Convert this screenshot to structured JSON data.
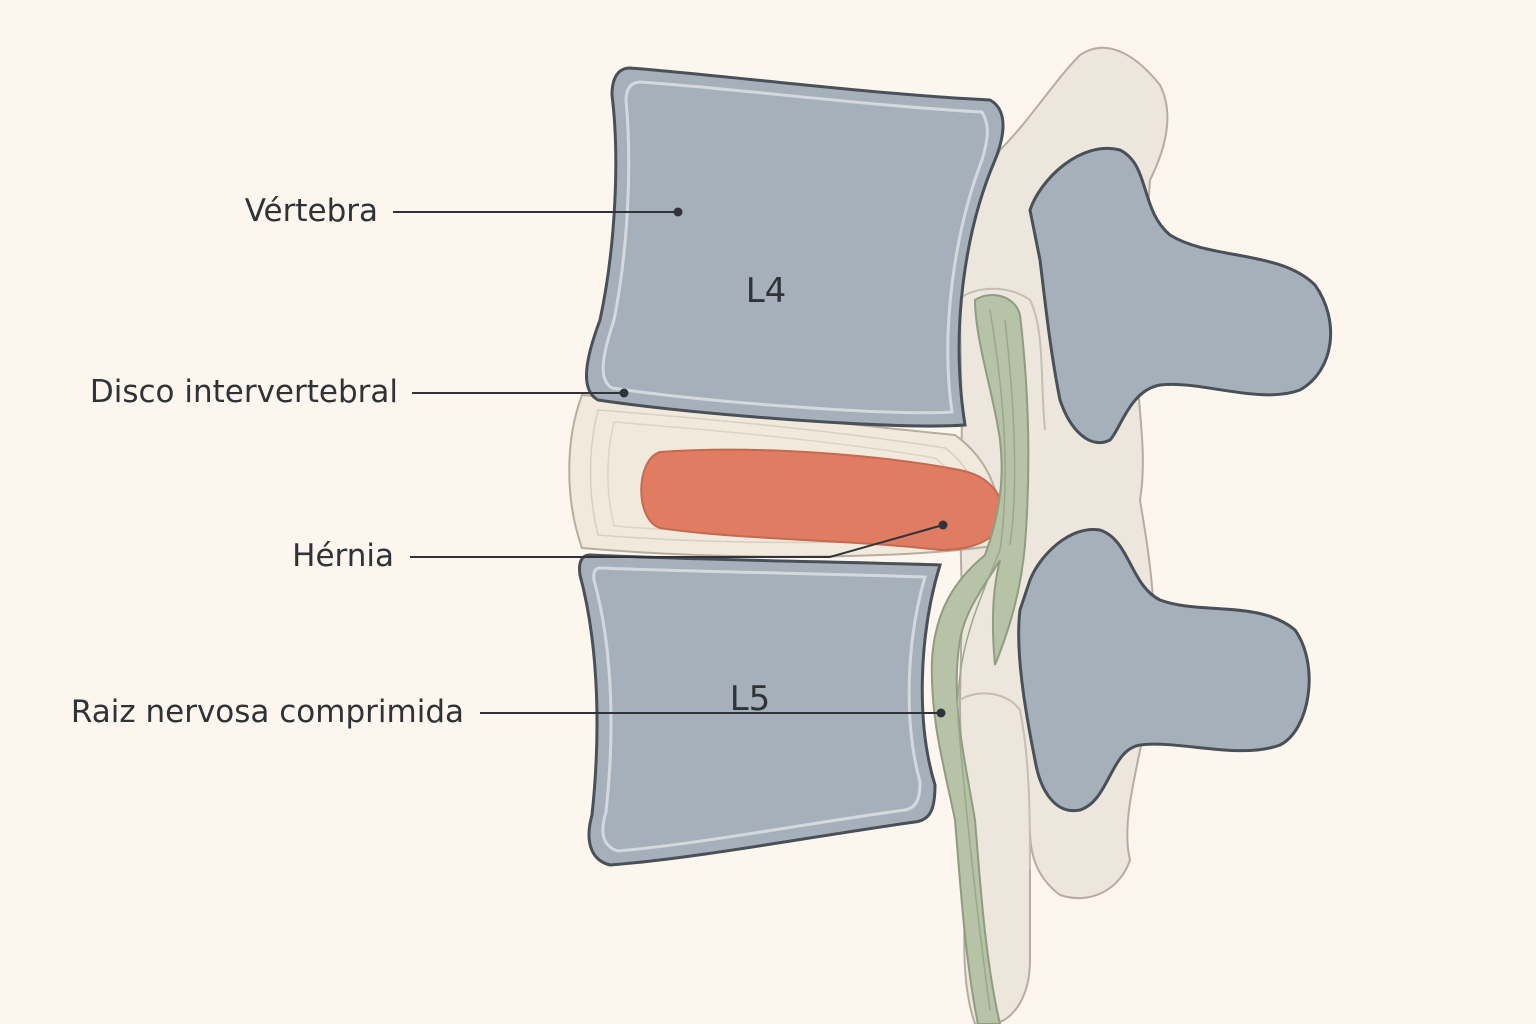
{
  "labels": {
    "vertebra": "Vértebra",
    "disc": "Disco intervertebral",
    "hernia": "Hérnia",
    "nerve_root": "Raiz nervosa comprimida"
  },
  "vertebrae": {
    "upper": "L4",
    "lower": "L5"
  },
  "colors": {
    "background": "#fcf6ee",
    "vertebral_body": "#a6b0bb",
    "bone_outline": "#4a5058",
    "posterior_bone": "#ece6dc",
    "disc_annulus": "#f1e9dc",
    "herniated_nucleus": "#e07c62",
    "nerve": "#b7c3a6"
  }
}
